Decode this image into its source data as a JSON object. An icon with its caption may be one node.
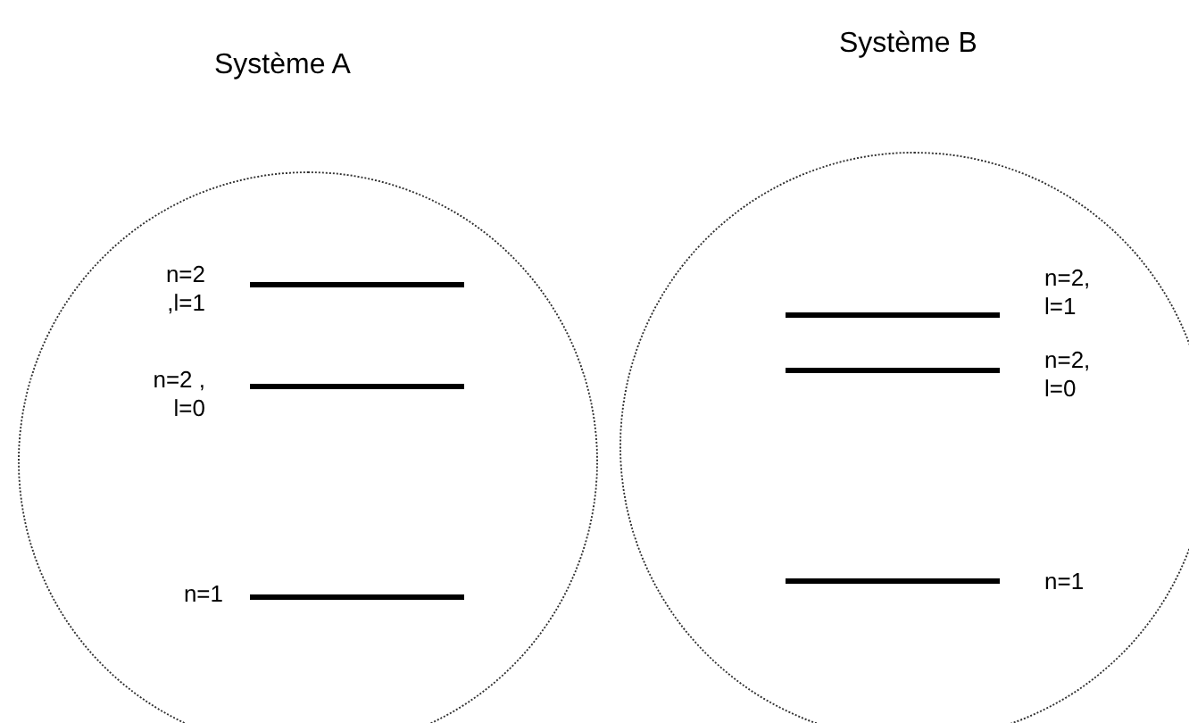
{
  "diagram": {
    "nodes": [
      {
        "text": [
          "Système A"
        ]
      },
      {
        "text": [
          "Système B"
        ]
      },
      {
        "text": [],
        "shape": "bar",
        "in": 0,
        "beside": [
          "n=2 ,l=1"
        ]
      },
      {
        "text": [],
        "shape": "bar",
        "in": 0,
        "beside": [
          "n=2 , l=0"
        ]
      },
      {
        "text": [],
        "shape": "bar",
        "in": 0,
        "beside": [
          "n=1"
        ]
      },
      {
        "text": [],
        "shape": "bar",
        "in": 1,
        "beside": [
          "n=2, l=1"
        ]
      },
      {
        "text": [],
        "shape": "bar",
        "in": 1,
        "beside": [
          "n=2, l=0"
        ]
      },
      {
        "text": [],
        "shape": "bar",
        "in": 1,
        "beside": [
          "n=1"
        ]
      }
    ]
  }
}
